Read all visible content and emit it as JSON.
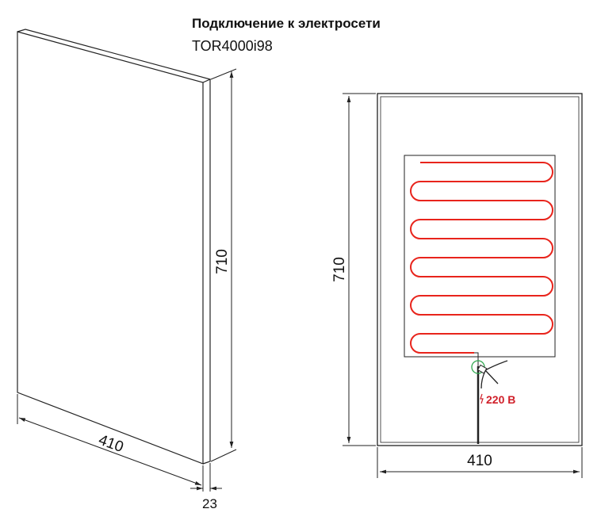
{
  "title": "Подключение к электросети",
  "model": "TOR4000i98",
  "dimensions": {
    "height_left": "710",
    "width_left": "410",
    "thickness": "23",
    "height_right": "710",
    "width_right": "410"
  },
  "power_label": "220 В",
  "colors": {
    "heating_cable": "#e8241c",
    "connector": "#2fa84f",
    "power_text": "#d0202a"
  }
}
